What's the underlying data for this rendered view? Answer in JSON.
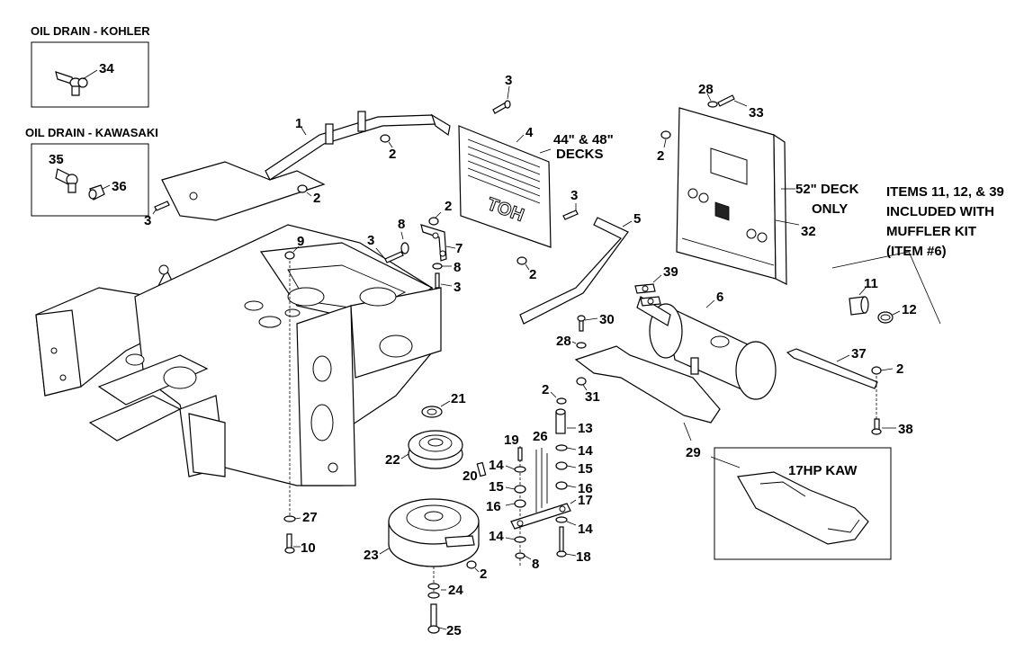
{
  "insets": {
    "kohler_title": "OIL DRAIN - KOHLER",
    "kawasaki_title": "OIL DRAIN - KAWASAKI",
    "kaw17_title": "17HP KAW"
  },
  "notes": {
    "deck_44_48_line1": "44\" & 48\"",
    "deck_44_48_line2": "DECKS",
    "deck_52_line1": "52\" DECK",
    "deck_52_line2": "ONLY",
    "muffler_kit": [
      "ITEMS 11, 12, & 39",
      "INCLUDED WITH",
      "MUFFLER KIT",
      "(ITEM #6)"
    ],
    "screen_letters": "TOH"
  },
  "callouts": [
    "1",
    "2",
    "3",
    "4",
    "5",
    "6",
    "7",
    "8",
    "9",
    "10",
    "11",
    "12",
    "13",
    "14",
    "15",
    "16",
    "17",
    "18",
    "19",
    "20",
    "21",
    "22",
    "23",
    "24",
    "25",
    "26",
    "27",
    "28",
    "29",
    "30",
    "31",
    "32",
    "33",
    "34",
    "35",
    "36",
    "37",
    "38",
    "39"
  ]
}
